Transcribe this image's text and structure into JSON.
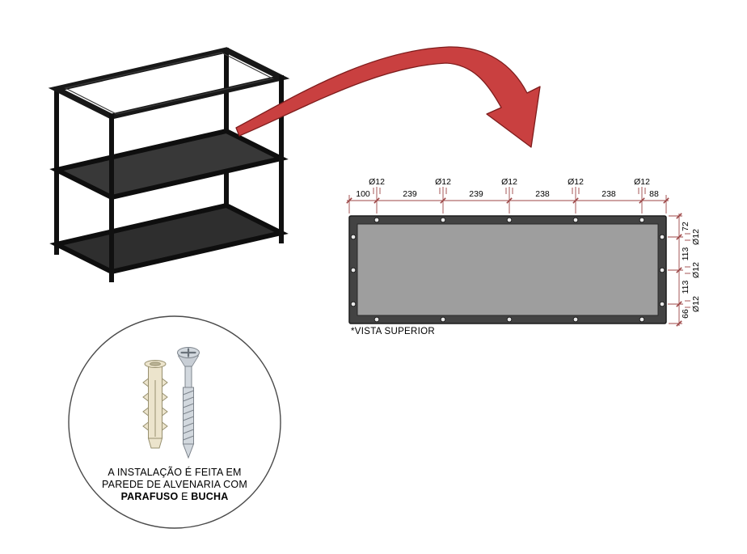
{
  "colors": {
    "dim": "#9c4545",
    "arrow_fill": "#c94040",
    "arrow_stroke": "#7e1c1c",
    "frame": "#434343",
    "frame_edge": "#1c1c1c",
    "panel": "#9e9e9e",
    "steel_light": "#d2d8de",
    "steel_edge": "#7d848c",
    "plug_fill": "#ece4cc",
    "plug_edge": "#97906f"
  },
  "top_view": {
    "caption": "*VISTA SUPERIOR",
    "h_dims": [
      "100",
      "239",
      "239",
      "238",
      "238",
      "88"
    ],
    "h_dias": [
      "Ø12",
      "Ø12",
      "Ø12",
      "Ø12",
      "Ø12"
    ],
    "v_dims": [
      "72",
      "113",
      "113",
      "66"
    ],
    "v_dias": [
      "Ø12",
      "Ø12",
      "Ø12"
    ]
  },
  "callout": {
    "line1": "A INSTALAÇÃO É FEITA EM",
    "line2": "PAREDE DE ALVENARIA COM",
    "bold1": "PARAFUSO",
    "mid": " E ",
    "bold2": "BUCHA"
  }
}
